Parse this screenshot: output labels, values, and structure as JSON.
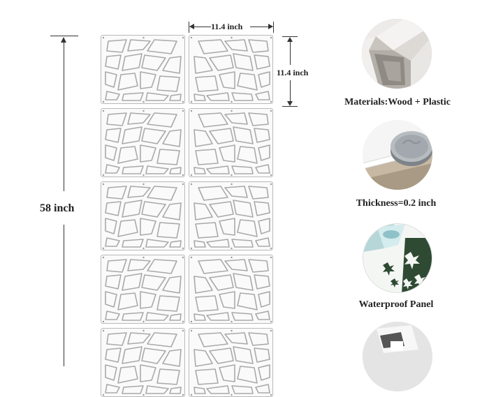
{
  "dimensions": {
    "width_label": "11.4 inch",
    "panel_height_label": "11.4 inch",
    "total_height_label": "58 inch"
  },
  "features": [
    {
      "caption": "Materials:Wood + Plastic",
      "icon": "wood-plastic-closeup-image"
    },
    {
      "caption": "Thickness=0.2 inch",
      "icon": "coin-thickness-image"
    },
    {
      "caption": "Waterproof Panel",
      "icon": "water-splash-image"
    },
    {
      "caption": "",
      "icon": "panel-assembly-image"
    }
  ],
  "colors": {
    "panel_stroke": "#b9b9b9",
    "dimension_line": "#333333"
  }
}
